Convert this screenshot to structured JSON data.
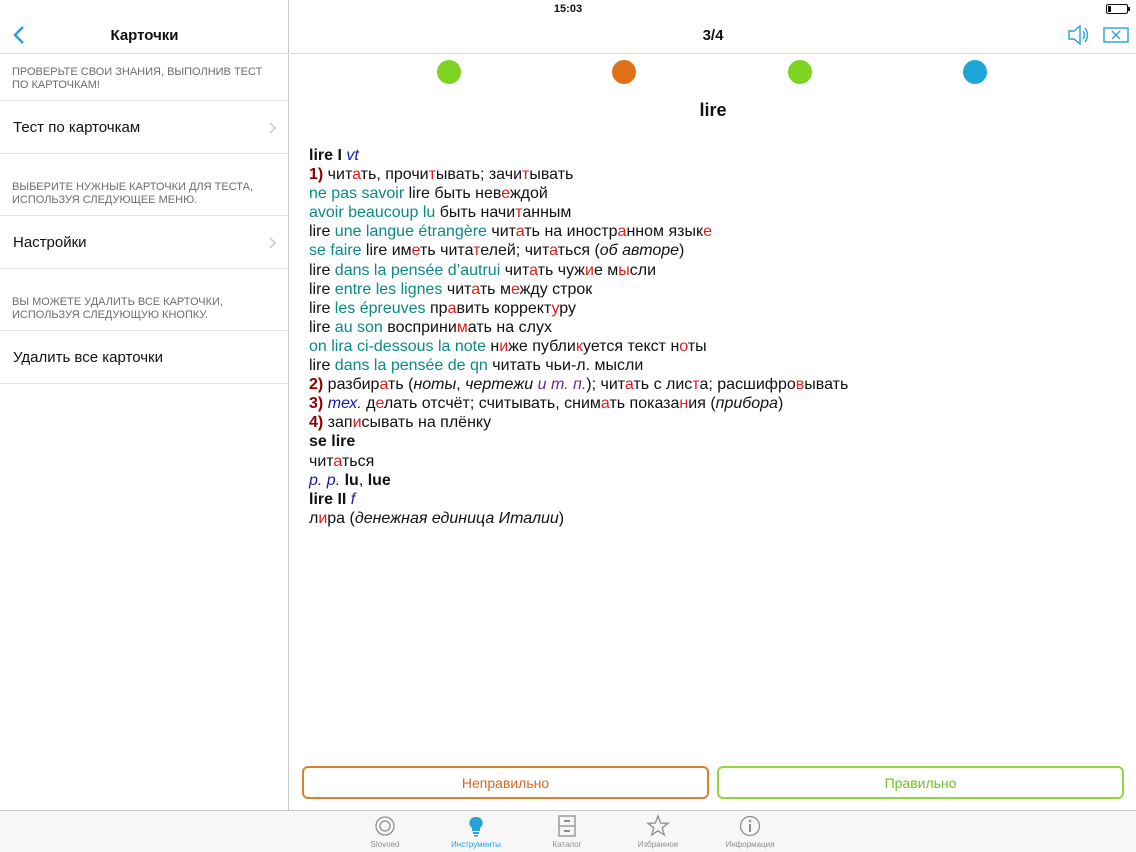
{
  "status_bar": {
    "time": "15:03"
  },
  "sidebar": {
    "title": "Карточки",
    "note1": "ПРОВЕРЬТЕ СВОИ ЗНАНИЯ, ВЫПОЛНИВ ТЕСТ ПО КАРТОЧКАМ!",
    "item1": "Тест по карточкам",
    "note2": "ВЫБЕРИТЕ НУЖНЫЕ КАРТОЧКИ ДЛЯ ТЕСТА, ИСПОЛЬЗУЯ СЛЕДУЮЩЕЕ МЕНЮ.",
    "item2": "Настройки",
    "note3": "ВЫ МОЖЕТЕ УДАЛИТЬ ВСЕ КАРТОЧКИ, ИСПОЛЬЗУЯ СЛЕДУЮЩУЮ КНОПКУ.",
    "item3": "Удалить все карточки"
  },
  "main": {
    "counter": "3/4",
    "dot_colors": [
      "#7ed321",
      "#e07016",
      "#7ed321",
      "#1ea7d6"
    ],
    "headword": "lire",
    "entry_lines": [
      "lire I vt",
      "1) читать, прочитывать; зачитывать",
      "ne pas savoir lire быть невеждой",
      "avoir beaucoup lu быть начитанным",
      "lire une langue étrangère читать на иностранном языке",
      "se faire lire иметь читателей; читаться (об авторе)",
      "lire dans la pensée d’autrui читать чужие мысли",
      "lire entre les lignes читать между строк",
      "lire les épreuves править корректуру",
      "lire au son воспринимать на слух",
      "on lira ci-dessous la note ниже публикуется текст ноты",
      "lire dans la pensée de qn читать чьи-л. мысли",
      "2) разбирать (ноты, чертежи и т. п.); читать с листа; расшифровывать",
      "3) тех. делать отсчёт; считывать, снимать показания (прибора)",
      "4) записывать на плёнку",
      "se lire",
      "читаться",
      "p. p. lu, lue",
      "lire II f",
      "лира (денежная единица Италии)"
    ],
    "wrong_label": "Неправильно",
    "right_label": "Правильно"
  },
  "tabbar": {
    "tabs": [
      {
        "label": "Slovoed",
        "icon": "slovoed-icon"
      },
      {
        "label": "Инструменты",
        "icon": "lightbulb-icon",
        "active": true
      },
      {
        "label": "Каталог",
        "icon": "cabinet-icon"
      },
      {
        "label": "Избранное",
        "icon": "star-icon"
      },
      {
        "label": "Информация",
        "icon": "info-icon"
      }
    ]
  },
  "colors": {
    "accent": "#2aa0d8",
    "wrong": "#d9822b",
    "right": "#8fd93a",
    "french": "#0a8a86",
    "number": "#8b0000",
    "stress": "#e31b1b"
  }
}
